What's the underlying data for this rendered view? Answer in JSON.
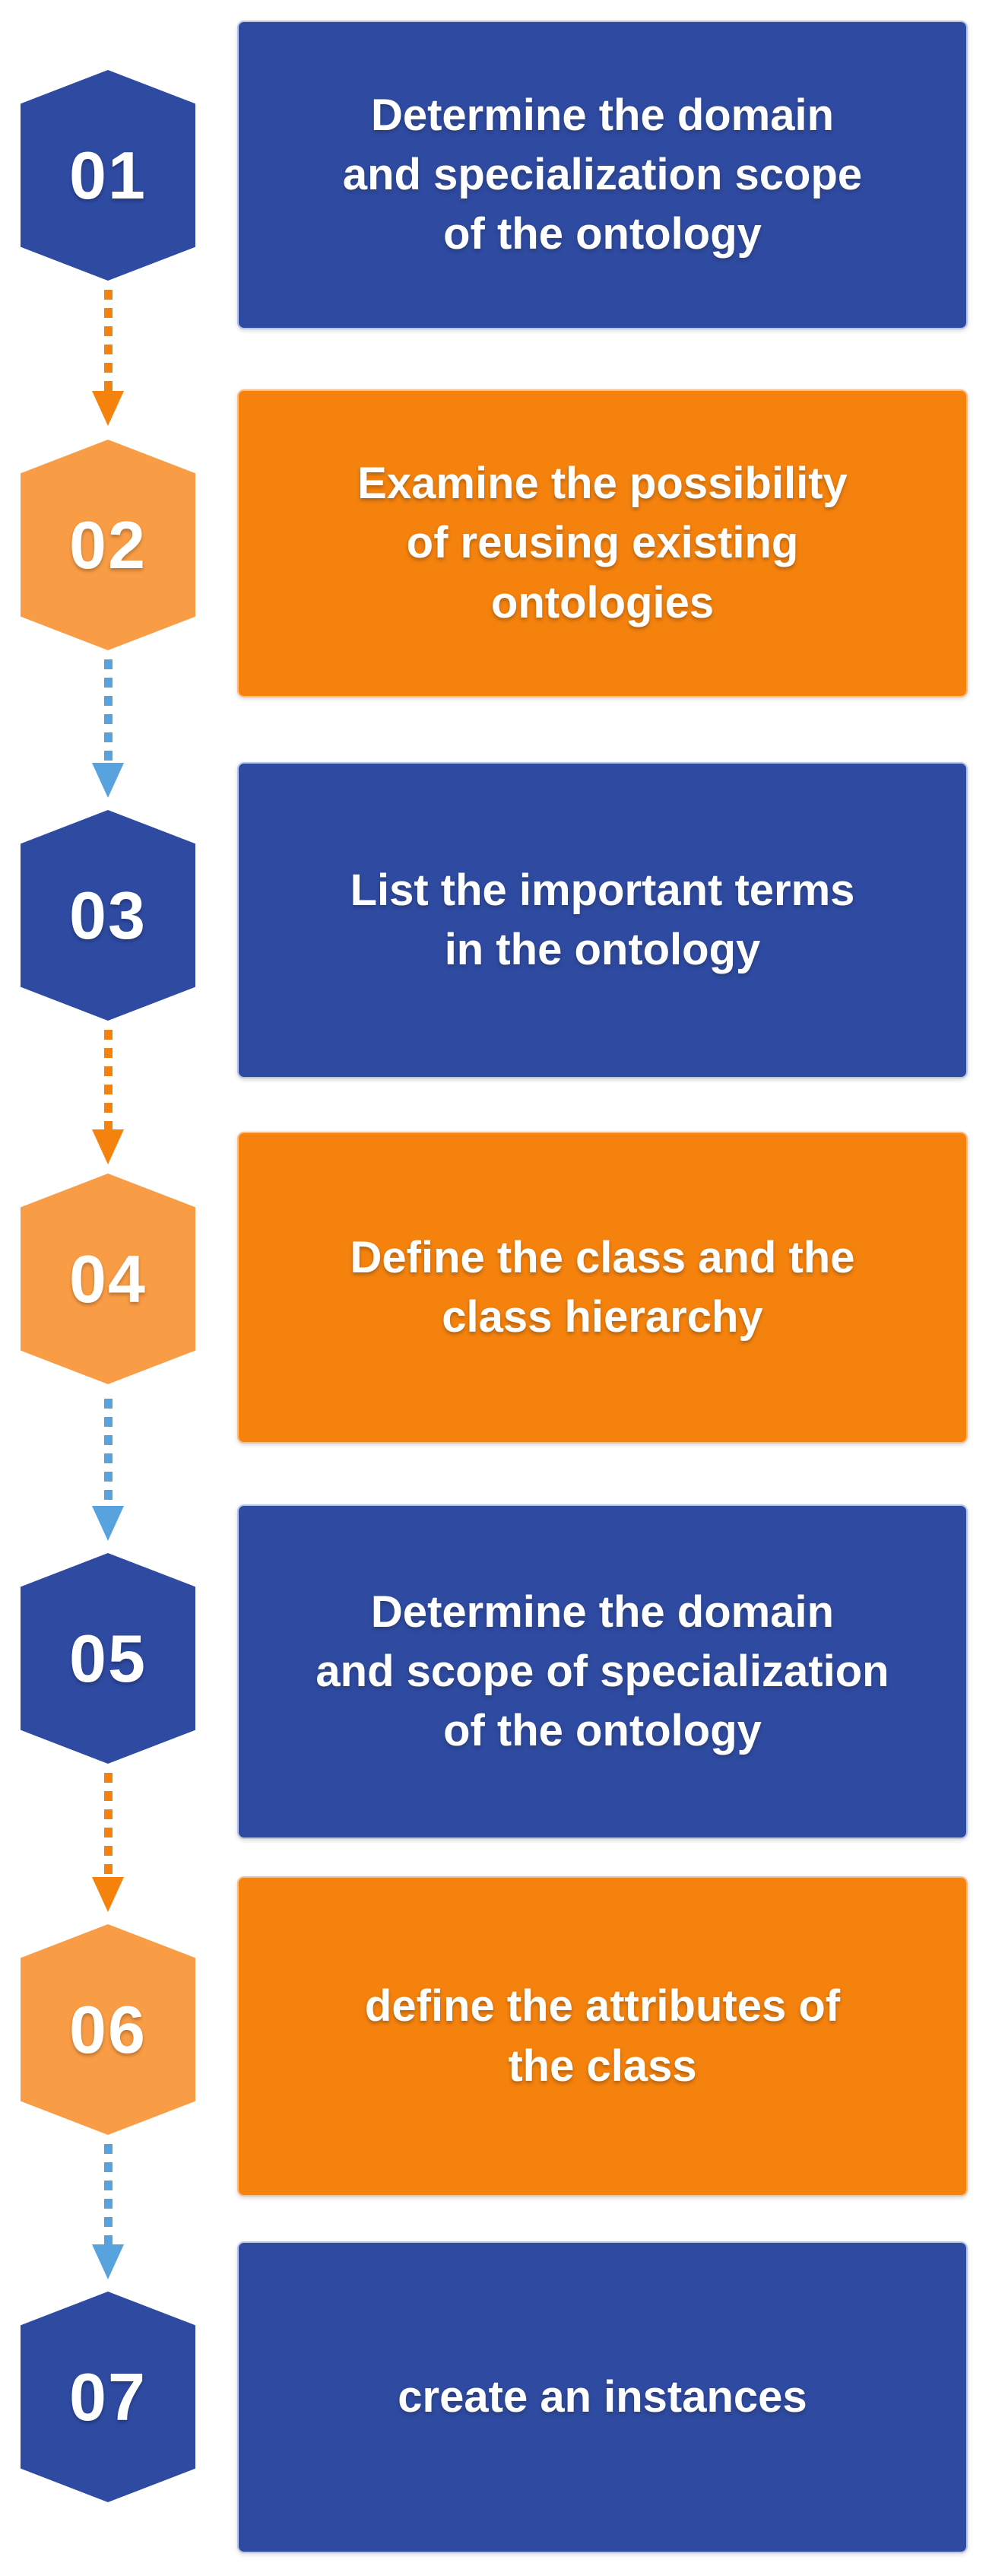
{
  "diagram": {
    "title": "Ontology development process steps",
    "background": "#ffffff"
  },
  "steps": [
    {
      "number": "01",
      "theme": "blue",
      "label": "Determine the domain\nand specialization scope\nof the ontology"
    },
    {
      "number": "02",
      "theme": "orange",
      "label": "Examine the possibility\nof reusing existing\nontologies"
    },
    {
      "number": "03",
      "theme": "blue",
      "label": "List the important terms\nin the ontology"
    },
    {
      "number": "04",
      "theme": "orange",
      "label": "Define the class and the\nclass hierarchy"
    },
    {
      "number": "05",
      "theme": "blue",
      "label": "Determine the domain\nand scope of specialization\nof the ontology"
    },
    {
      "number": "06",
      "theme": "orange",
      "label": "define the attributes of\nthe class"
    },
    {
      "number": "07",
      "theme": "blue",
      "label": "create an instances"
    }
  ],
  "connectors": [
    {
      "from": "01",
      "to": "02",
      "style": "dashed",
      "color": "#f5820d"
    },
    {
      "from": "02",
      "to": "03",
      "style": "dashed",
      "color": "#58a2de"
    },
    {
      "from": "03",
      "to": "04",
      "style": "dashed",
      "color": "#f5820d"
    },
    {
      "from": "04",
      "to": "05",
      "style": "dashed",
      "color": "#58a2de"
    },
    {
      "from": "05",
      "to": "06",
      "style": "dashed",
      "color": "#f5820d"
    },
    {
      "from": "06",
      "to": "07",
      "style": "dashed",
      "color": "#58a2de"
    }
  ],
  "colors": {
    "step_blue": "#2e4aa1",
    "card_orange": "#f5820d",
    "hexagon_orange": "#f89c45",
    "arrow_orange": "#f5820d",
    "arrow_blue": "#58a2de",
    "text": "#ffffff",
    "background": "#ffffff"
  }
}
